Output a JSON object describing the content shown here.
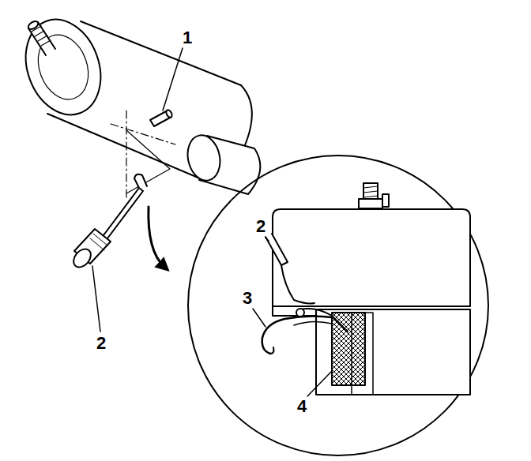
{
  "diagram": {
    "labels": [
      "1",
      "2",
      "2",
      "3",
      "4"
    ]
  }
}
